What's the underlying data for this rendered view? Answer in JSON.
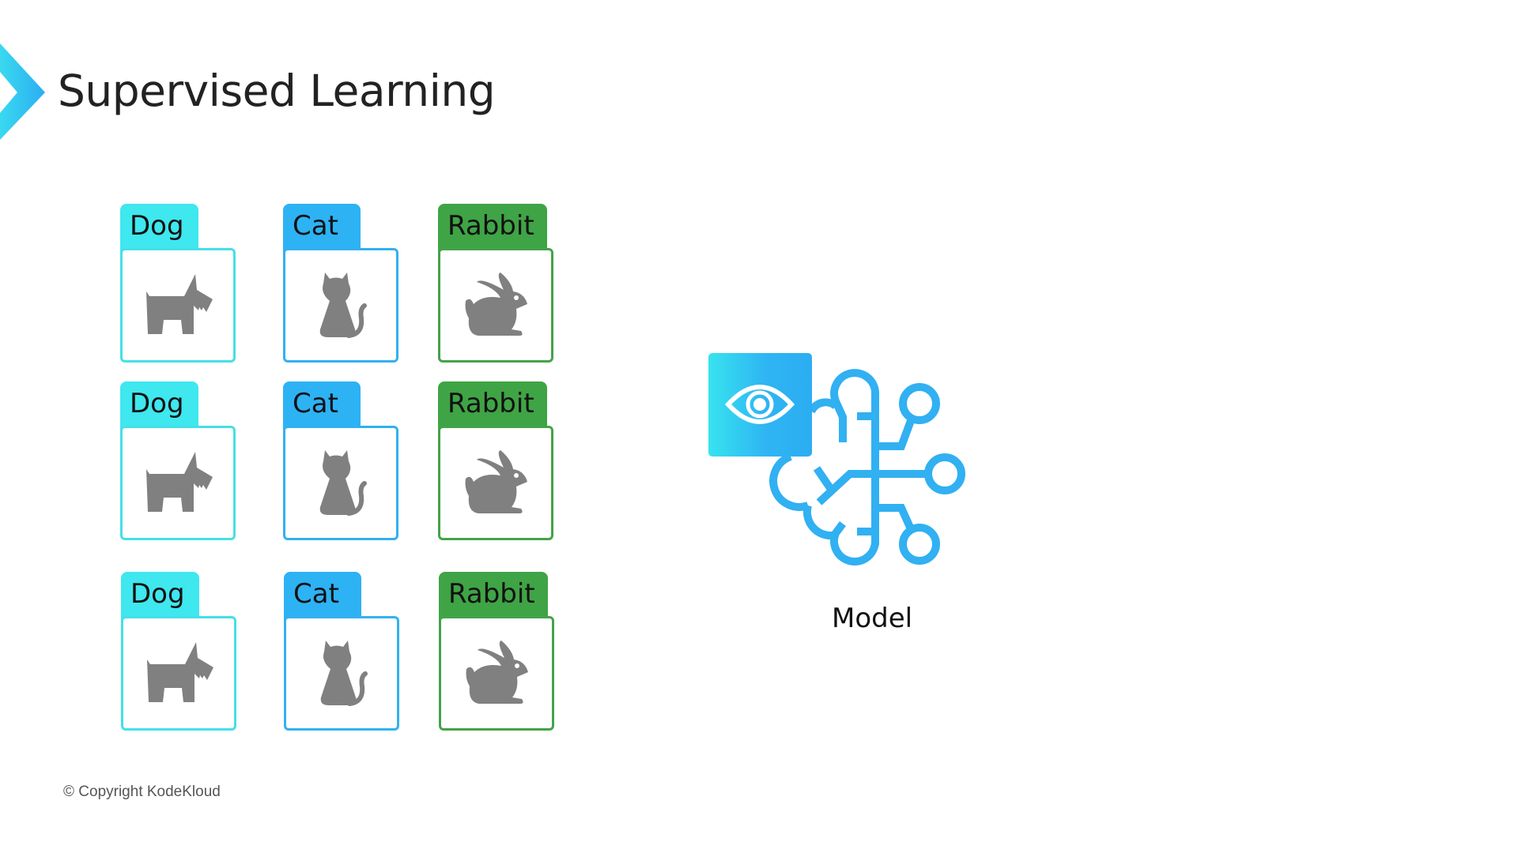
{
  "slide": {
    "title": "Supervised Learning",
    "copyright": "© Copyright KodeKloud"
  },
  "colors": {
    "accent_cyan": "#3fe7ef",
    "accent_blue": "#2db2f4",
    "accent_green": "#3fa445",
    "icon_gray": "#808080",
    "model_blue": "#31b0f2"
  },
  "dataset": {
    "rows": [
      [
        {
          "label": "Dog",
          "icon": "dog-icon"
        },
        {
          "label": "Cat",
          "icon": "cat-icon"
        },
        {
          "label": "Rabbit",
          "icon": "rabbit-icon"
        }
      ],
      [
        {
          "label": "Dog",
          "icon": "dog-icon"
        },
        {
          "label": "Cat",
          "icon": "cat-icon"
        },
        {
          "label": "Rabbit",
          "icon": "rabbit-icon"
        }
      ],
      [
        {
          "label": "Dog",
          "icon": "dog-icon"
        },
        {
          "label": "Cat",
          "icon": "cat-icon"
        },
        {
          "label": "Rabbit",
          "icon": "rabbit-icon"
        }
      ]
    ]
  },
  "model": {
    "label": "Model",
    "icons": [
      "eye-icon",
      "brain-network-icon"
    ]
  }
}
